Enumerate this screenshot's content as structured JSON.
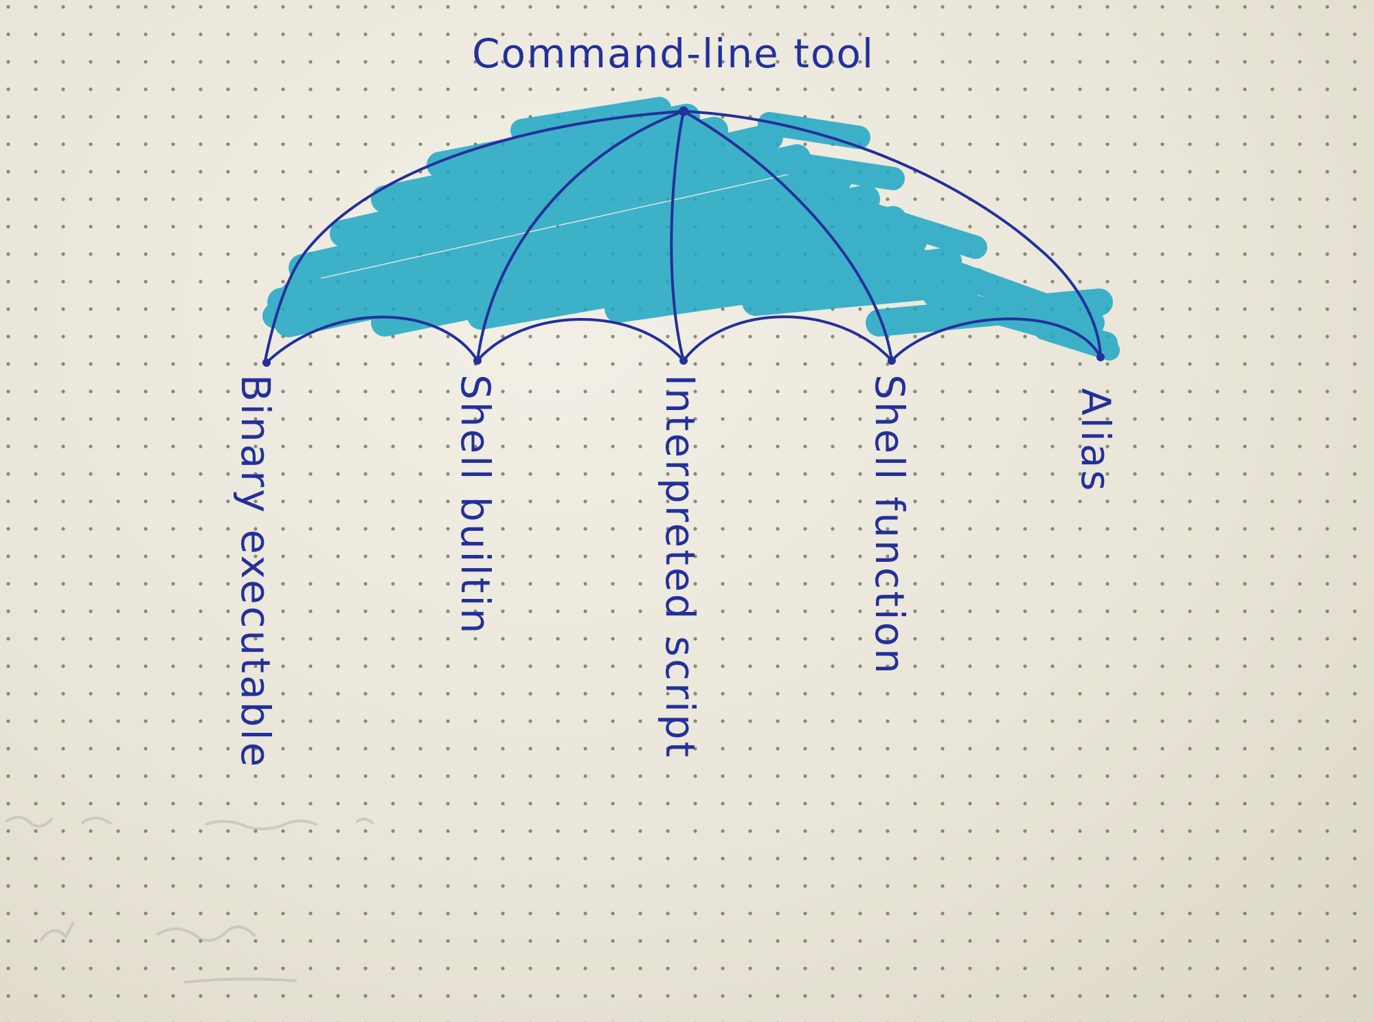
{
  "diagram": {
    "title": "Command-line tool",
    "categories": [
      {
        "label": "Binary executable"
      },
      {
        "label": "Shell builtin"
      },
      {
        "label": "Interpreted script"
      },
      {
        "label": "Shell function"
      },
      {
        "label": "Alias"
      }
    ]
  },
  "colors": {
    "ink": "#23309a",
    "highlighter": "#1ea7c4",
    "paper": "#ebe7db",
    "dots": "#6b6656"
  }
}
